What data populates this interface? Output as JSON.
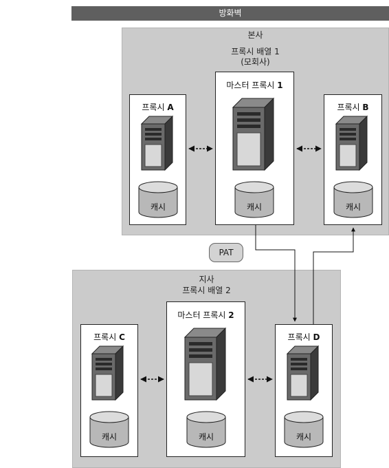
{
  "firewall": {
    "label": "방화벽"
  },
  "hq": {
    "name": "본사",
    "array_name": "프록시 배열 1",
    "array_note": "(모회사)",
    "proxy_a": {
      "prefix": "프록시",
      "id": "A"
    },
    "master_1": {
      "prefix": "마스터 프록시",
      "id": "1"
    },
    "proxy_b": {
      "prefix": "프록시",
      "id": "B"
    }
  },
  "branch": {
    "name": "지사",
    "array_name": "프록시 배열 2",
    "proxy_c": {
      "prefix": "프록시",
      "id": "C"
    },
    "master_2": {
      "prefix": "마스터 프록시",
      "id": "2"
    },
    "proxy_d": {
      "prefix": "프록시",
      "id": "D"
    }
  },
  "cache_label": "캐시",
  "pat_label": "PAT",
  "icons": {
    "server": "server-icon",
    "cache": "cache-disk-icon"
  }
}
